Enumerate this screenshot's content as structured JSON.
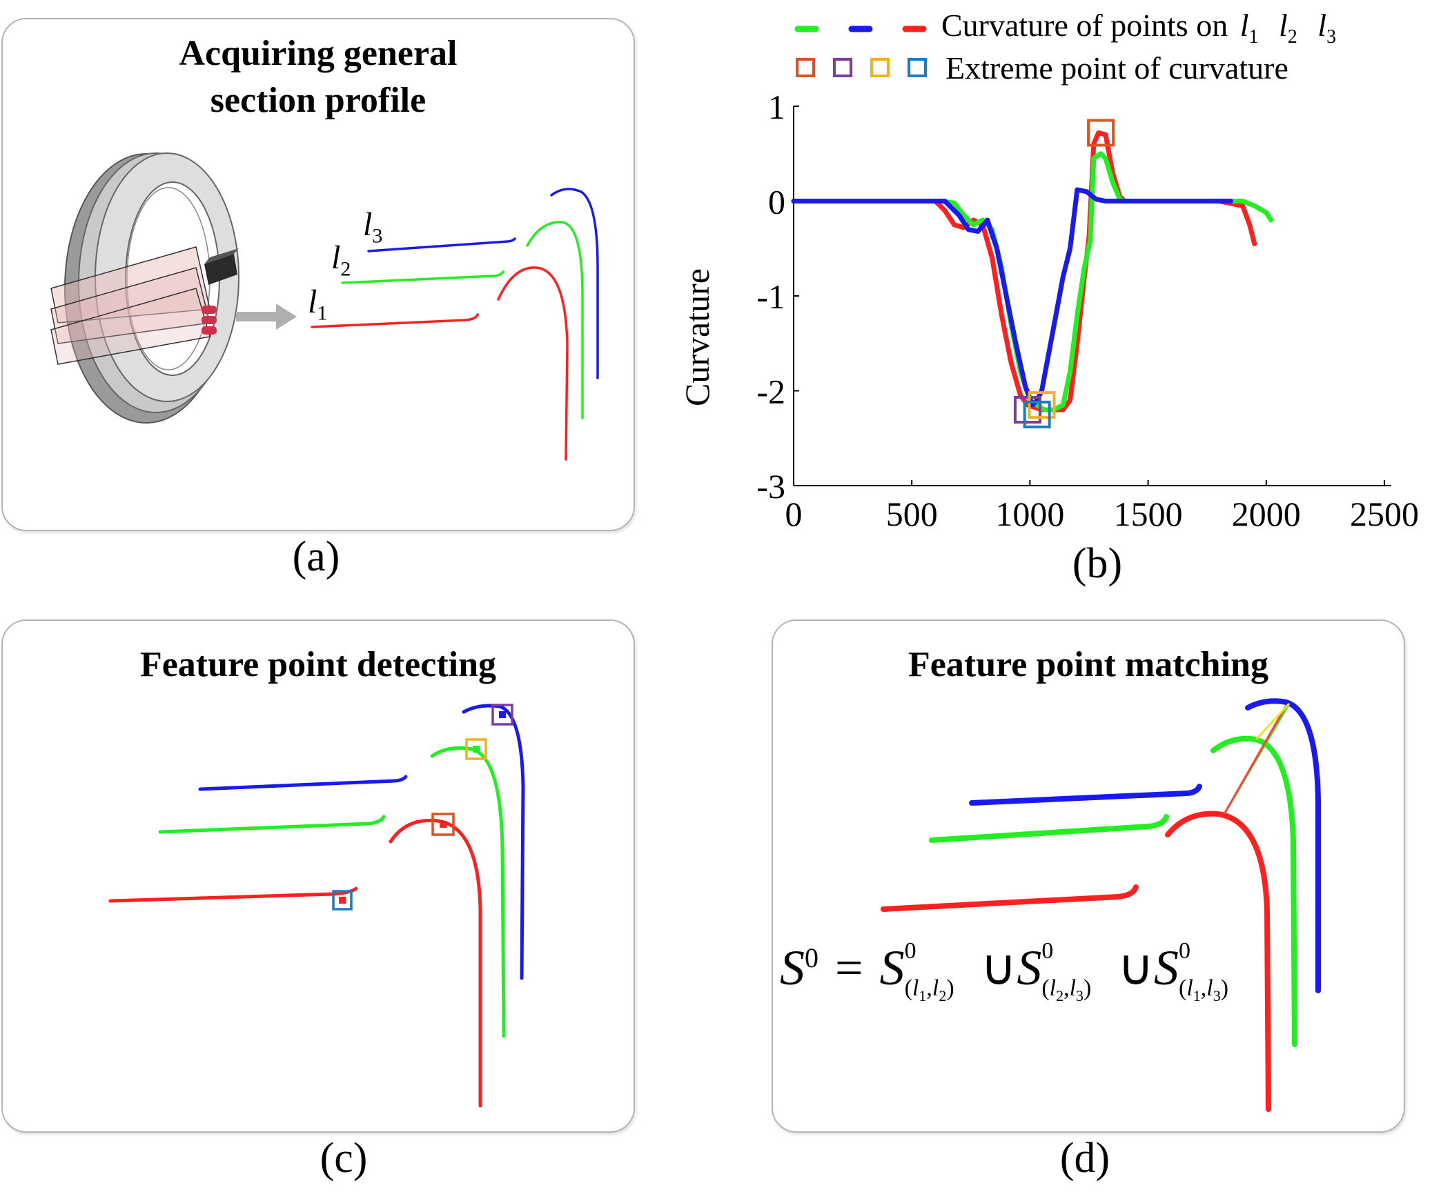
{
  "panel_a": {
    "title_line1": "Acquiring general",
    "title_line2": "section profile",
    "label_l": "l",
    "label_1": "1",
    "label_2": "2",
    "label_3": "3",
    "caption": "(a)"
  },
  "panel_b": {
    "legend_curvature": "Curvature of points on",
    "legend_extreme": "Extreme point of curvature",
    "l": "l",
    "s1": "1",
    "s2": "2",
    "s3": "3",
    "caption": "(b)",
    "colors": {
      "l1": "#ff2020",
      "l2": "#22ee22",
      "l3": "#1a1aee",
      "box_l1": "#d9541e",
      "box_l2": "#7a3fa0",
      "box_l3a": "#f0b020",
      "box_l3b": "#1f7bc0"
    }
  },
  "chart_data": {
    "type": "line",
    "ylabel": "Curvature",
    "xlabel": "",
    "xlim": [
      0,
      2500
    ],
    "ylim": [
      -3,
      1
    ],
    "xticks": [
      "0",
      "500",
      "1000",
      "1500",
      "2000",
      "2500"
    ],
    "yticks": [
      "1",
      "0",
      "-1",
      "-2",
      "-3"
    ],
    "series": [
      {
        "name": "l1",
        "color": "#ff2020",
        "x": [
          0,
          600,
          640,
          680,
          720,
          760,
          800,
          840,
          880,
          920,
          960,
          990,
          1050,
          1100,
          1140,
          1170,
          1200,
          1230,
          1250,
          1270,
          1290,
          1320,
          1350,
          1380,
          1400,
          1500,
          1800,
          1900,
          1930,
          1950
        ],
        "y": [
          0,
          0,
          -0.1,
          -0.25,
          -0.28,
          -0.2,
          -0.25,
          -0.6,
          -1.2,
          -1.7,
          -2.05,
          -2.15,
          -2.2,
          -2.2,
          -2.2,
          -2.1,
          -1.5,
          -0.8,
          -0.38,
          0.6,
          0.72,
          0.7,
          0.3,
          0.05,
          0,
          0,
          0,
          -0.05,
          -0.25,
          -0.45
        ]
      },
      {
        "name": "l2",
        "color": "#22ee22",
        "x": [
          0,
          620,
          680,
          720,
          760,
          800,
          840,
          880,
          920,
          960,
          1000,
          1060,
          1100,
          1140,
          1170,
          1200,
          1230,
          1255,
          1270,
          1300,
          1320,
          1350,
          1380,
          1400,
          1600,
          1900,
          1950,
          2000,
          2020
        ],
        "y": [
          0,
          0,
          -0.02,
          -0.15,
          -0.25,
          -0.2,
          -0.3,
          -0.7,
          -1.3,
          -1.8,
          -2.1,
          -2.2,
          -2.2,
          -2.15,
          -1.8,
          -1.2,
          -0.7,
          -0.42,
          0.45,
          0.5,
          0.45,
          0.2,
          0.02,
          0,
          0,
          0,
          -0.05,
          -0.12,
          -0.2
        ]
      },
      {
        "name": "l3",
        "color": "#1a1aee",
        "x": [
          0,
          640,
          700,
          740,
          780,
          820,
          860,
          900,
          940,
          980,
          1010,
          1030,
          1050,
          1080,
          1110,
          1140,
          1170,
          1200,
          1240,
          1280,
          1320,
          1500,
          1800,
          1850
        ],
        "y": [
          0,
          0,
          -0.15,
          -0.3,
          -0.32,
          -0.2,
          -0.5,
          -1.0,
          -1.5,
          -1.95,
          -2.15,
          -2.1,
          -2.0,
          -1.6,
          -1.2,
          -0.8,
          -0.5,
          0.12,
          0.1,
          0.02,
          0,
          0,
          0,
          0
        ]
      }
    ],
    "extreme_points": [
      {
        "series": "l1",
        "x": 1300,
        "y": 0.72,
        "color": "#d9541e"
      },
      {
        "series": "l2",
        "x": 990,
        "y": -2.2,
        "color": "#7a3fa0"
      },
      {
        "series": "l3",
        "x": 1050,
        "y": -2.15,
        "color": "#f0b020"
      },
      {
        "series": "l3",
        "x": 1030,
        "y": -2.25,
        "color": "#1f7bc0"
      }
    ]
  },
  "panel_c": {
    "title": "Feature point detecting",
    "caption": "(c)"
  },
  "panel_d": {
    "title": "Feature point matching",
    "formula_S": "S",
    "formula_0": "0",
    "formula_eq": "=",
    "formula_union": "∪",
    "sub_12": "(l",
    "caption": "(d)"
  }
}
